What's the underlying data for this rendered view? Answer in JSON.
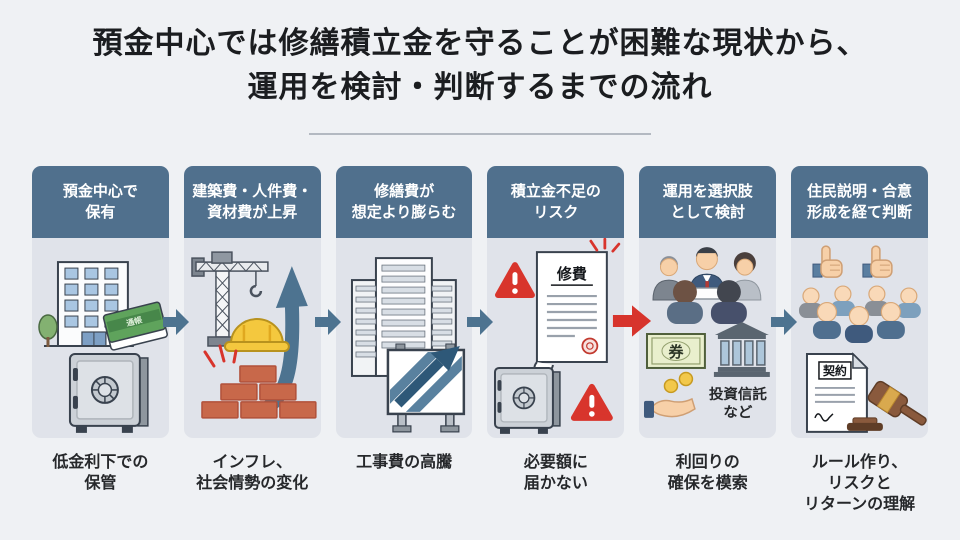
{
  "title": {
    "line1": "預金中心では修繕積立金を守ることが困難な現状から、",
    "line2": "運用を検討・判断するまでの流れ"
  },
  "colors": {
    "background": "#eff1f4",
    "panel": "#e0e3ea",
    "header": "#50708d",
    "header_text": "#ffffff",
    "title_text": "#1b1d20",
    "caption_text": "#26282b",
    "underline": "#b3b9c1",
    "arrow_blue": "#4d7390",
    "arrow_red": "#d7342c"
  },
  "steps": [
    {
      "header": [
        "預金中心で",
        "保有"
      ],
      "caption": [
        "低金利下での",
        "保管"
      ],
      "labels": {
        "passbook": "通帳"
      }
    },
    {
      "header": [
        "建築費・人件費・",
        "資材費が上昇"
      ],
      "caption": [
        "インフレ、",
        "社会情勢の変化"
      ],
      "labels": {}
    },
    {
      "header": [
        "修繕費が",
        "想定より膨らむ"
      ],
      "caption": [
        "工事費の高騰"
      ],
      "labels": {}
    },
    {
      "header": [
        "積立金不足の",
        "リスク"
      ],
      "caption": [
        "必要額に",
        "届かない"
      ],
      "labels": {
        "invoice": "修費"
      }
    },
    {
      "header": [
        "運用を選択肢",
        "として検討"
      ],
      "caption": [
        "利回りの",
        "確保を模索"
      ],
      "labels": {
        "bond": "券",
        "note_line1": "投資信託",
        "note_line2": "など"
      }
    },
    {
      "header": [
        "住民説明・合意",
        "形成を経て判断"
      ],
      "caption": [
        "ルール作り、",
        "リスクと",
        "リターンの理解"
      ],
      "labels": {
        "contract": "契約"
      }
    }
  ],
  "arrows": [
    {
      "color": "blue"
    },
    {
      "color": "blue"
    },
    {
      "color": "blue"
    },
    {
      "color": "red"
    },
    {
      "color": "blue"
    }
  ]
}
